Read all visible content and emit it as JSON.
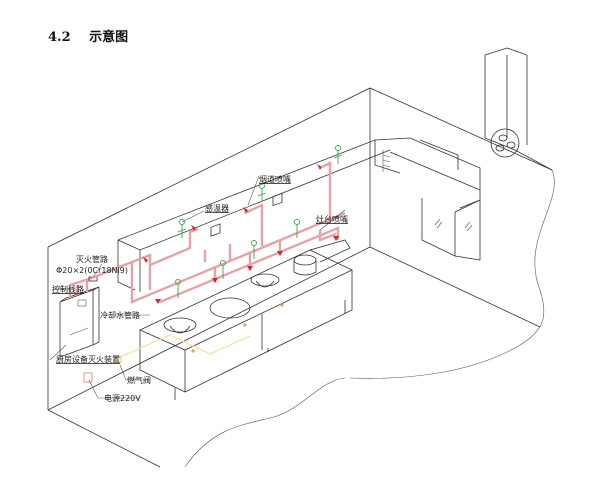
{
  "section": {
    "number": "4.2",
    "title": "示意图"
  },
  "diagram": {
    "type": "isometric kitchen fire suppression system schematic",
    "colors": {
      "pipe": "#e7a2a8",
      "nozzle": "#d9232d",
      "sensor": "#3aa84a",
      "gas_line": "#f4e3a8",
      "outline": "#333333"
    },
    "labels": {
      "suppression_pipe": "灭火管路",
      "pipe_spec": "Φ20×2(0Cr18Ni9)",
      "control_line": "控制线路",
      "cooling_water_pipe": "冷却水管路",
      "kitchen_suppression_unit": "厨房设备灭火装置",
      "gas_valve": "燃气阀",
      "power_supply": "电源220V",
      "sensor": "感温器",
      "duct_nozzle": "烟道喷嘴",
      "stove_nozzle": "灶台喷嘴"
    }
  }
}
